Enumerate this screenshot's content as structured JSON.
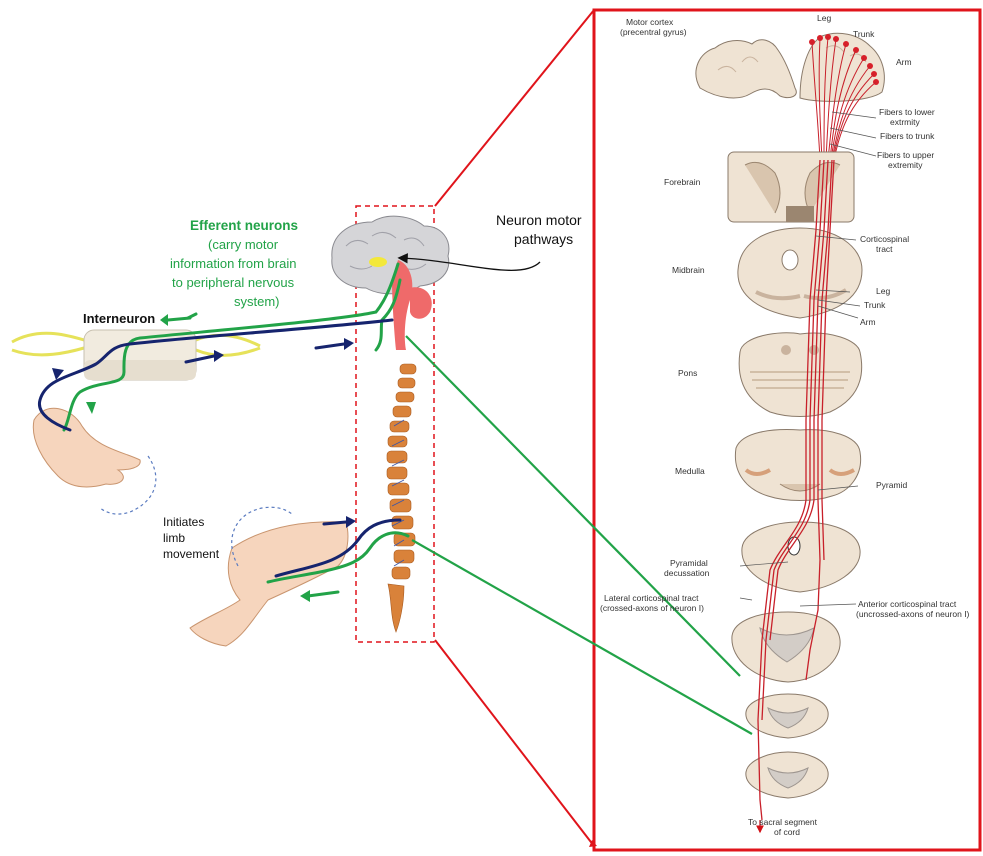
{
  "left": {
    "efferent_title": "Efferent neurons",
    "efferent_desc": [
      "(carry motor",
      "information from brain",
      "to peripheral nervous",
      "system)"
    ],
    "interneuron": "Interneuron",
    "neuron_motor": [
      "Neuron motor",
      "pathways"
    ],
    "initiates": [
      "Initiates",
      "limb",
      "movement"
    ]
  },
  "right": {
    "motor_cortex": [
      "Motor cortex",
      "(precentral gyrus)"
    ],
    "leg_top": "Leg",
    "trunk_top": "Trunk",
    "arm_top": "Arm",
    "fibers_lower": [
      "Fibers to lower",
      "extrmity"
    ],
    "fibers_trunk": "Fibers to trunk",
    "fibers_upper": [
      "Fibers to upper",
      "extremity"
    ],
    "forebrain": "Forebrain",
    "corticospinal": [
      "Corticospinal",
      "tract"
    ],
    "midbrain": "Midbrain",
    "leg_mid": "Leg",
    "trunk_mid": "Trunk",
    "arm_mid": "Arm",
    "pons": "Pons",
    "medulla": "Medulla",
    "pyramid": "Pyramid",
    "pyramidal": [
      "Pyramidal",
      "decussation"
    ],
    "lateral": [
      "Lateral corticospinal tract",
      "(crossed-axons of neuron I)"
    ],
    "anterior": [
      "Anterior corticospinal tract",
      "(uncrossed-axons of neuron I)"
    ],
    "sacral": [
      "To sacral segment",
      "of cord"
    ]
  },
  "colors": {
    "efferent": "#22a348",
    "afferent": "#16246e",
    "tract": "#c8202a",
    "frame": "#e0141b"
  }
}
